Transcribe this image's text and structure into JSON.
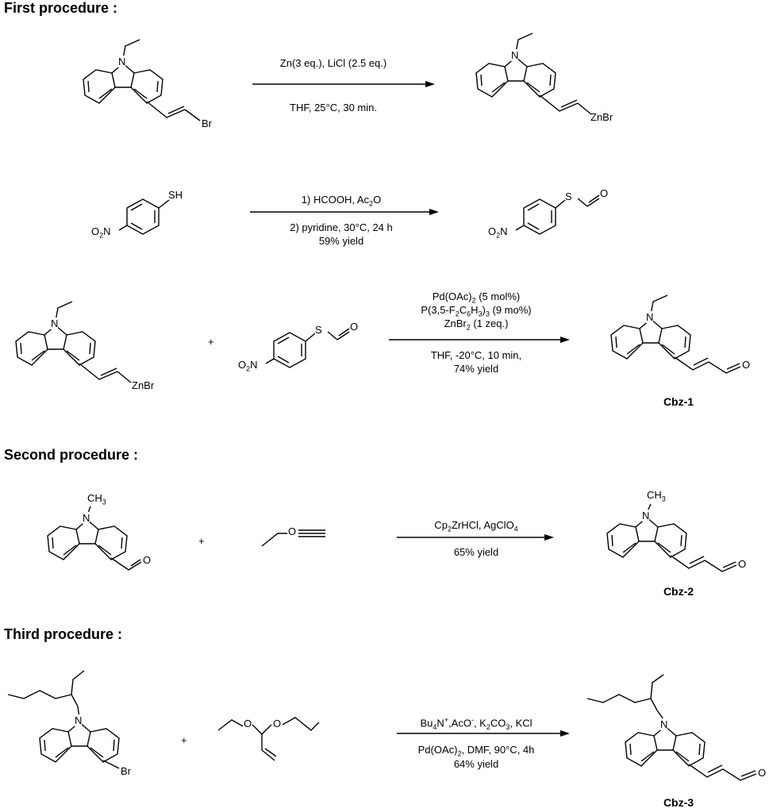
{
  "headers": {
    "first": "First procedure :",
    "second": "Second procedure :",
    "third": "Third procedure :"
  },
  "proc1": {
    "rxn1": {
      "cond_top": "Zn(3 eq.), LiCl (2.5 eq.)",
      "cond_bottom": "THF, 25°C, 30 min."
    },
    "rxn2": {
      "cond_top_a": "1) HCOOH, Ac",
      "cond_top_sub": "2",
      "cond_top_b": "O",
      "cond_bottom": "2) pyridine, 30°C, 24 h",
      "yield": "59% yield"
    },
    "rxn3": {
      "c1a": "Pd(OAc)",
      "c1sub": "2",
      "c1b": " (5 mol%)",
      "c2a": "P(3,5-F",
      "c2s1": "2",
      "c2b": "C",
      "c2s2": "6",
      "c2c": "H",
      "c2s3": "3",
      "c2d": ")",
      "c2s4": "3",
      "c2e": " (9 mo%)",
      "c3a": "ZnBr",
      "c3sub": "2",
      "c3b": " (1 zeq.)",
      "cond_bottom": "THF, -20°C, 10 min,",
      "yield": "74% yield"
    },
    "product_label": "Cbz-1"
  },
  "proc2": {
    "cond_a": "Cp",
    "cond_s1": "2",
    "cond_b": "ZrHCl, AgClO",
    "cond_s2": "4",
    "yield": "65% yield",
    "product_label": "Cbz-2"
  },
  "proc3": {
    "c1a": "Bu",
    "c1s1": "4",
    "c1b": "N",
    "c1sup1": "+",
    "c1c": ",AcO",
    "c1sup2": "-",
    "c1d": ", K",
    "c1s2": "2",
    "c1e": "CO",
    "c1s3": "3",
    "c1f": ", KCl",
    "c2a": "Pd(OAc)",
    "c2s": "2",
    "c2b": ", DMF, 90°C, 4h",
    "yield": "64% yield",
    "product_label": "Cbz-3"
  },
  "atoms": {
    "N": "N",
    "Br": "Br",
    "ZnBr": "ZnBr",
    "SH": "SH",
    "S": "S",
    "O": "O",
    "O2N_a": "O",
    "O2N_sub": "2",
    "O2N_b": "N",
    "CH3_a": "CH",
    "CH3_sub": "3",
    "plus": "+"
  }
}
